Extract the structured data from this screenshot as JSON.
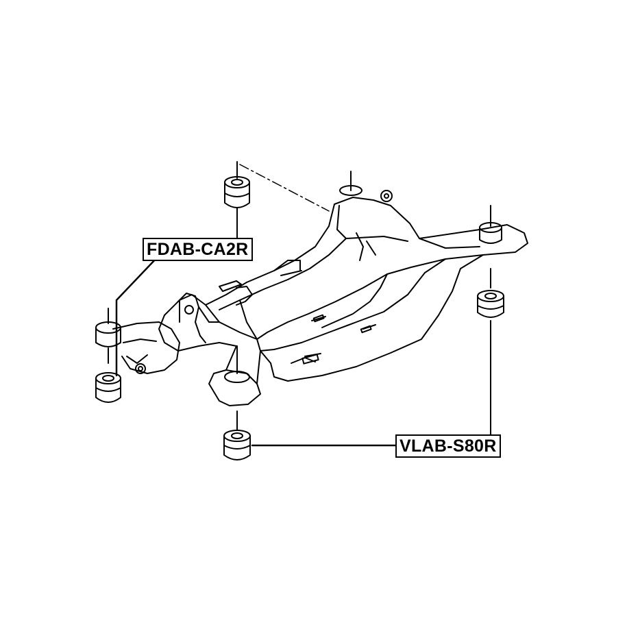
{
  "diagram": {
    "part_labels": [
      {
        "id": "fdab",
        "text": "FDAB-CA2R"
      },
      {
        "id": "vlab",
        "text": "VLAB-S80R"
      }
    ],
    "colors": {
      "line": "#000000",
      "background": "#ffffff"
    }
  }
}
